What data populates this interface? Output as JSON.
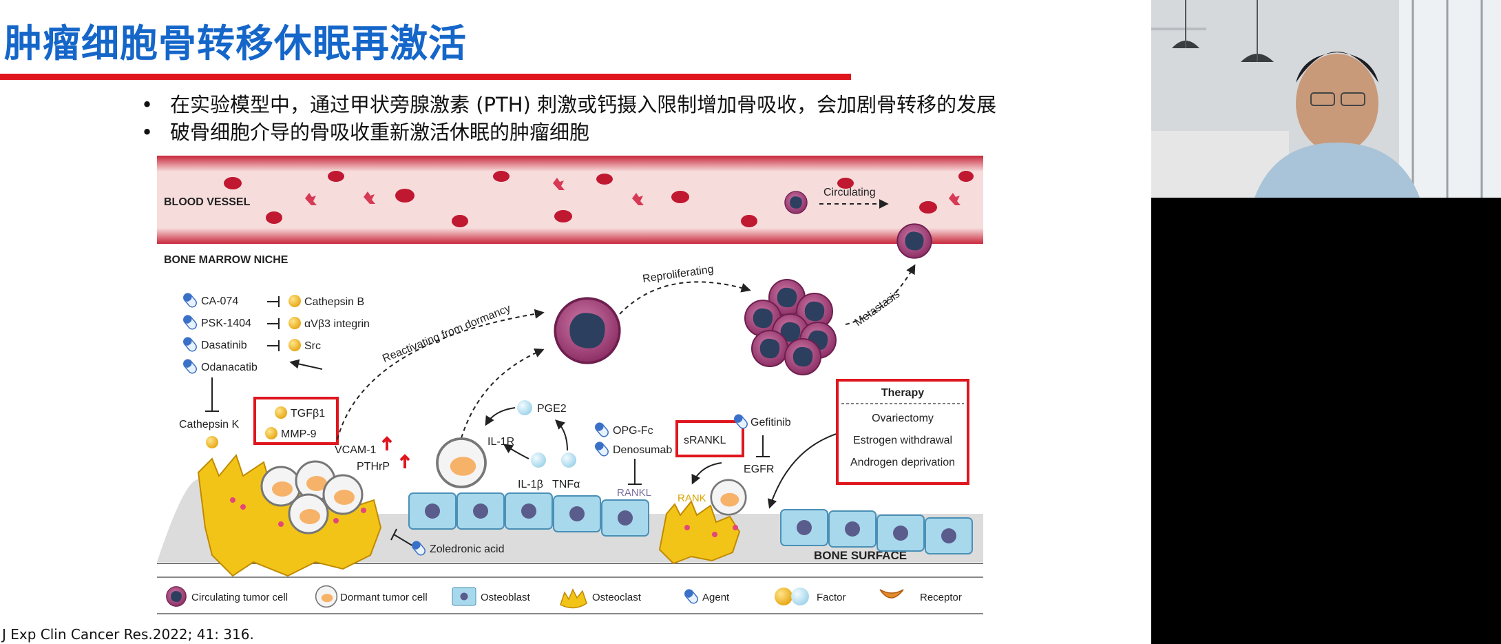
{
  "slide": {
    "title": "肿瘤细胞骨转移休眠再激活",
    "bullets": [
      "在实验模型中，通过甲状旁腺激素 (PTH) 刺激或钙摄入限制增加骨吸收，会加剧骨转移的发展",
      "破骨细胞介导的骨吸收重新激活休眠的肿瘤细胞"
    ],
    "citation": "J Exp Clin Cancer Res.2022; 41: 316."
  },
  "figure": {
    "blood_vessel": "BLOOD VESSEL",
    "circulating": "Circulating",
    "bone_marrow_niche": "BONE MARROW NICHE",
    "bone_surface": "BONE SURFACE",
    "reactivating": "Reactivating from dormancy",
    "reproliferating": "Reproliferating",
    "metastasis": "Metastasis",
    "agents": [
      "CA-074",
      "PSK-1404",
      "Dasatinib",
      "Odanacatib"
    ],
    "targets": [
      "Cathepsin B",
      "αVβ3 integrin",
      "Src"
    ],
    "cathepsin_k": "Cathepsin K",
    "tgfb1": "TGFβ1",
    "mmp9": "MMP-9",
    "vcam1": "VCAM-1",
    "pthrp": "PTHrP",
    "pge2": "PGE2",
    "il1r": "IL-1R",
    "il1b": "IL-1β",
    "tnfa": "TNFα",
    "opg_fc": "OPG-Fc",
    "denosumab": "Denosumab",
    "srankl": "sRANKL",
    "gefitinib": "Gefitinib",
    "egfr": "EGFR",
    "rankl": "RANKL",
    "rank": "RANK",
    "zoledronic_acid": "Zoledronic acid",
    "therapy": {
      "title": "Therapy",
      "items": [
        "Ovariectomy",
        "Estrogen withdrawal",
        "Androgen deprivation"
      ]
    },
    "legend": {
      "circulating_tumor_cell": "Circulating tumor cell",
      "dormant_tumor_cell": "Dormant tumor cell",
      "osteoblast": "Osteoblast",
      "osteoclast": "Osteoclast",
      "agent": "Agent",
      "factor": "Factor",
      "receptor": "Receptor"
    },
    "colors": {
      "vessel": "#c8283c",
      "highlight_box": "#e0161e",
      "osteoclast": "#f2c418",
      "osteoblast": "#a8d8ec",
      "tumor": "#b0457f",
      "factor": "#f3b81e",
      "title_blue": "#1566c9"
    }
  }
}
